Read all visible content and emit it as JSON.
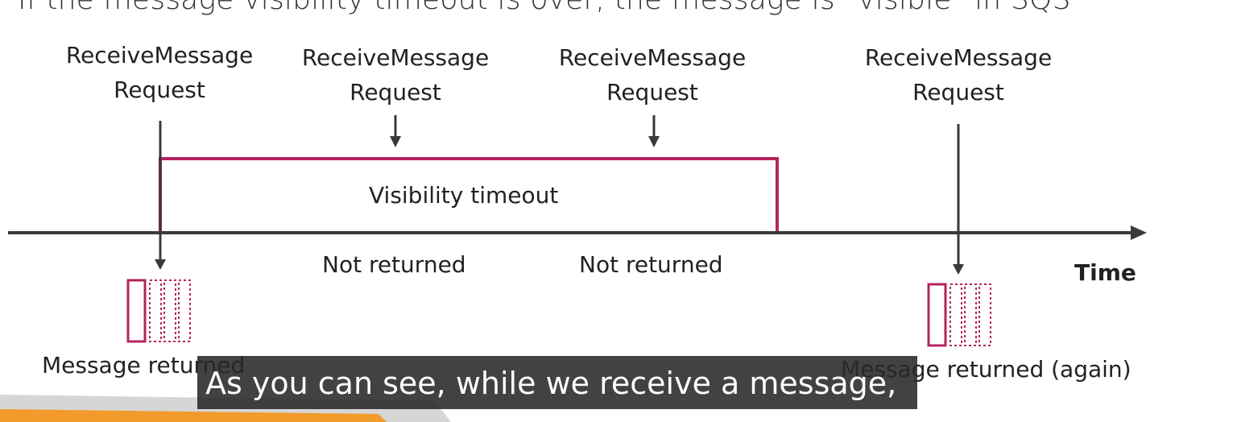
{
  "slide": {
    "heading": "If the message visibility timeout is over, the message is \"visible\" in SQS"
  },
  "requests": [
    {
      "line1": "ReceiveMessage",
      "line2": "Request"
    },
    {
      "line1": "ReceiveMessage",
      "line2": "Request"
    },
    {
      "line1": "ReceiveMessage",
      "line2": "Request"
    },
    {
      "line1": "ReceiveMessage",
      "line2": "Request"
    }
  ],
  "timeline": {
    "axis_label": "Time",
    "visibility_timeout_label": "Visibility timeout"
  },
  "outcomes": {
    "first": "Message returned",
    "second": "Not returned",
    "third": "Not returned",
    "fourth": "Message returned (again)"
  },
  "caption": {
    "text": "As you can see, while we receive a message,"
  },
  "colors": {
    "accent": "#b5245e",
    "axis": "#3a3a3a",
    "footer_orange": "#f29b2c",
    "footer_gray": "#d9d9d9"
  }
}
